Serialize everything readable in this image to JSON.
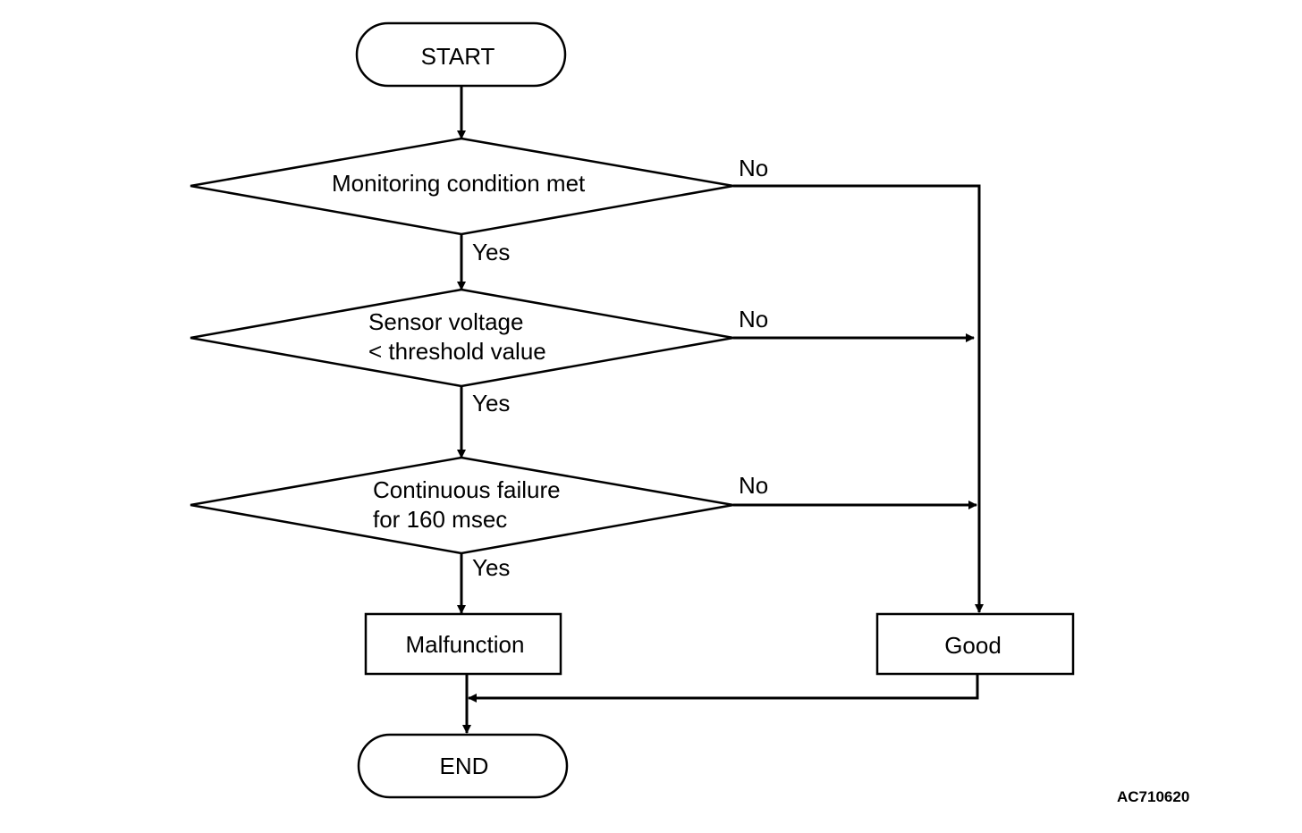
{
  "flowchart": {
    "start": "START",
    "end": "END",
    "decisions": [
      {
        "lines": [
          "Monitoring condition met"
        ],
        "no": "No",
        "yes": "Yes"
      },
      {
        "lines": [
          "Sensor voltage",
          "< threshold value"
        ],
        "no": "No",
        "yes": "Yes"
      },
      {
        "lines": [
          "Continuous failure",
          "for 160 msec"
        ],
        "no": "No",
        "yes": "Yes"
      }
    ],
    "malfunction": "Malfunction",
    "good": "Good"
  },
  "figure_code": "AC710620"
}
